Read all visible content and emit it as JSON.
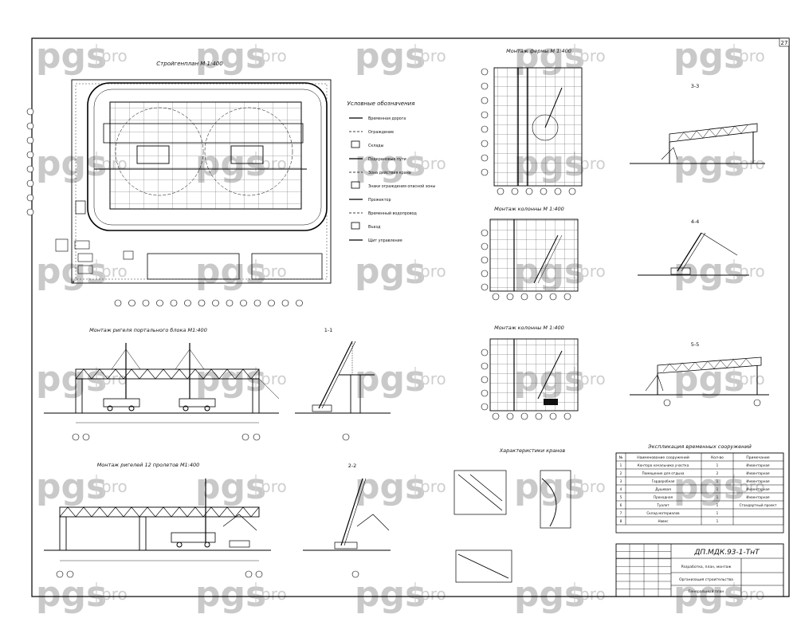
{
  "sheet_number": "27",
  "watermark": {
    "brand": "pgs",
    "sub": "pro"
  },
  "plan": {
    "title": "Стройгенплан  М 1:400"
  },
  "legend": {
    "title": "Условные обозначения",
    "items": [
      "Временная дорога",
      "Ограждение",
      "Склады",
      "Подкрановые пути",
      "Зона действия крана",
      "Знаки ограждения опасной зоны",
      "Прожектор",
      "Временный водопровод",
      "Въезд",
      "Щит управления"
    ]
  },
  "views": {
    "portal_block": "Монтаж ригеля портального блока  М1:400",
    "beams_12": "Монтаж ригелей 12 пролетов  М1:400",
    "trusses": "Монтаж фермы  М 1:400",
    "column_a": "Монтаж колонны  М 1:400",
    "column_b": "Монтаж колонны  М 1:400",
    "crane_char": "Характеристики кранов",
    "sec_11": "1-1",
    "sec_22": "2-2",
    "sec_33": "3-3",
    "sec_44": "4-4",
    "sec_55": "5-5"
  },
  "spec": {
    "title": "Экспликация временных сооружений",
    "headers": [
      "№",
      "Наименование сооружений",
      "Кол-во",
      "Примечание"
    ],
    "rows": [
      [
        "1",
        "Контора начальника участка",
        "1",
        "Инвентарная"
      ],
      [
        "2",
        "Помещение для отдыха",
        "2",
        "Инвентарная"
      ],
      [
        "3",
        "Гардеробная",
        "1",
        "Инвентарная"
      ],
      [
        "4",
        "Душевая",
        "1",
        "Инвентарная"
      ],
      [
        "5",
        "Проходная",
        "1",
        "Инвентарная"
      ],
      [
        "6",
        "Туалет",
        "1",
        "Стандартный проект"
      ],
      [
        "7",
        "Склад материалов",
        "1",
        ""
      ],
      [
        "8",
        "Навес",
        "1",
        ""
      ]
    ]
  },
  "stamp": {
    "code": "ДП.МДК.93-1-ТнТ",
    "lines": [
      "Разработка, план, монтаж",
      "Организация строительства",
      "Генеральный план"
    ]
  }
}
